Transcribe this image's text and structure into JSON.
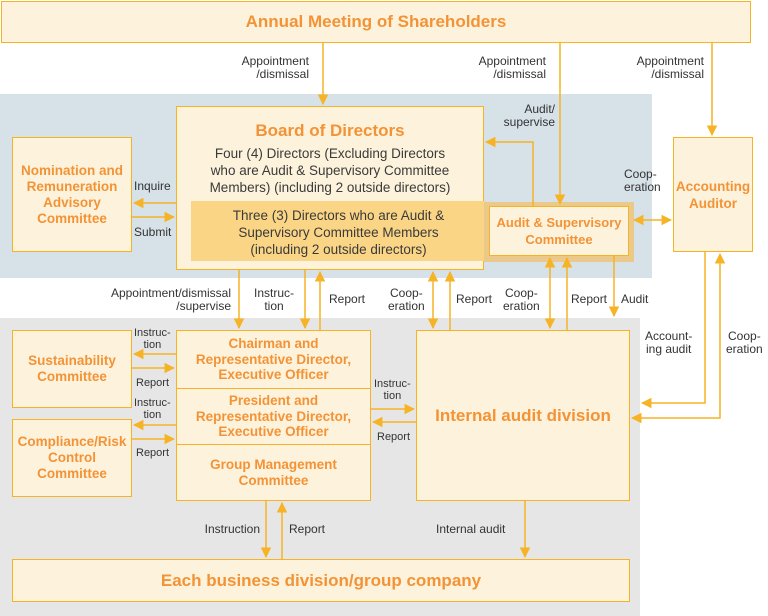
{
  "diagram": {
    "shareholders": "Annual Meeting of Shareholders",
    "board": {
      "title": "Board of Directors",
      "directors": "Four (4) Directors (Excluding Directors who are Audit & Supervisory Committee Members) (including 2 outside directors)",
      "directors_lines": [
        "Four (4) Directors (Excluding Directors",
        "who are Audit & Supervisory Committee",
        "Members) (including 2 outside directors)"
      ],
      "audit_members_lines": [
        "Three (3) Directors who are Audit &",
        "Supervisory Committee Members",
        "(including 2 outside directors)"
      ]
    },
    "nomination": [
      "Nomination and",
      "Remuneration",
      "Advisory",
      "Committee"
    ],
    "audit_committee": [
      "Audit & Supervisory",
      "Committee"
    ],
    "accounting_auditor": [
      "Accounting",
      "Auditor"
    ],
    "sustainability": [
      "Sustainability",
      "Committee"
    ],
    "compliance": [
      "Compliance/Risk",
      "Control",
      "Committee"
    ],
    "chairman": [
      "Chairman and",
      "Representative Director,",
      "Executive Officer"
    ],
    "president": [
      "President and",
      "Representative Director,",
      "Executive Officer"
    ],
    "group_mgmt": [
      "Group Management",
      "Committee"
    ],
    "internal_audit": "Internal audit division",
    "business": "Each business division/group company",
    "labels": {
      "appt1": [
        "Appointment",
        "/dismissal"
      ],
      "appt2": [
        "Appointment",
        "/dismissal"
      ],
      "appt3": [
        "Appointment",
        "/dismissal"
      ],
      "audit_supervise": [
        "Audit/",
        "supervise"
      ],
      "inquire": "Inquire",
      "submit": "Submit",
      "coop_aa": [
        "Coop-",
        "eration"
      ],
      "appt_supervise": [
        "Appointment/dismissal",
        "/supervise"
      ],
      "instruction_board": [
        "Instruc-",
        "tion"
      ],
      "report_board": "Report",
      "coop_board": [
        "Coop-",
        "eration"
      ],
      "report_board2": "Report",
      "coop_asc": [
        "Coop-",
        "eration"
      ],
      "report_asc": "Report",
      "audit_asc": "Audit",
      "accounting_audit": [
        "Account-",
        "ing audit"
      ],
      "coop_acc": [
        "Coop-",
        "eration"
      ],
      "instr_sust": [
        "Instruc-",
        "tion"
      ],
      "report_sust": "Report",
      "instr_comp": [
        "Instruc-",
        "tion"
      ],
      "report_comp": "Report",
      "instr_ia": [
        "Instruc-",
        "tion"
      ],
      "report_ia": "Report",
      "instruction_bd": "Instruction",
      "report_bd": "Report",
      "internal_audit_lbl": "Internal audit"
    }
  },
  "colors": {
    "accent": "#f39336",
    "line": "#f6b325",
    "box_fill": "#fdf3dc",
    "board_region": "#d6e1e8",
    "exec_region": "#e6e6e6",
    "audit_members_fill": "#fbd586"
  }
}
